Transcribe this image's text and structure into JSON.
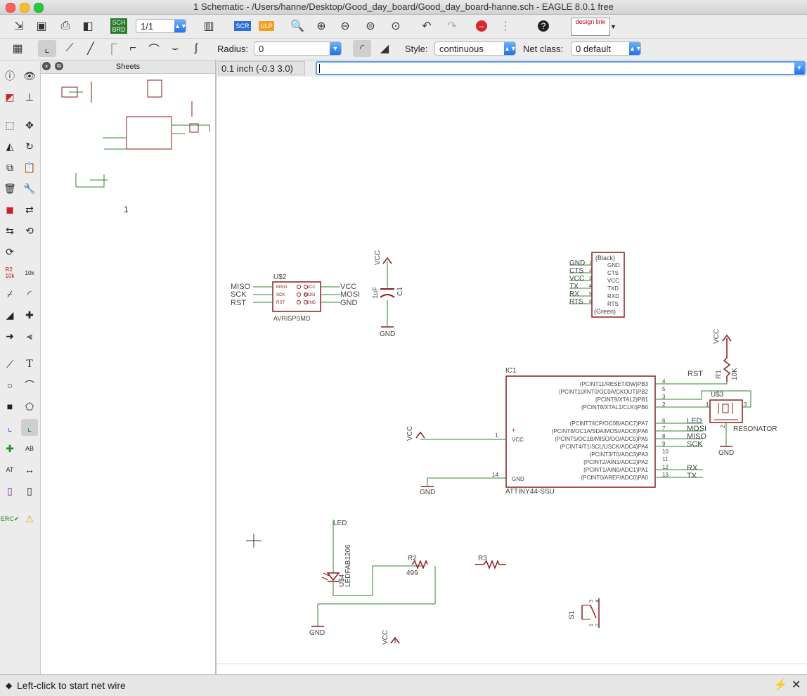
{
  "window": {
    "title": "1 Schematic - /Users/hanne/Desktop/Good_day_board/Good_day_board-hanne.sch - EAGLE 8.0.1 free"
  },
  "toolbar": {
    "sheet_combo": "1/1",
    "design_link": "design link",
    "icons": [
      "open-icon",
      "save-icon",
      "print-icon",
      "cam-icon",
      "board-switch-icon",
      "sheet-icon",
      "script-icon",
      "ulp-icon",
      "zoom-fit-icon",
      "zoom-in-icon",
      "zoom-out-icon",
      "zoom-redraw-icon",
      "zoom-select-icon",
      "undo-icon",
      "redo-icon",
      "stop-icon",
      "go-icon",
      "help-icon"
    ]
  },
  "paramsbar": {
    "radius_label": "Radius:",
    "radius_value": "0",
    "style_label": "Style:",
    "style_value": "continuous",
    "netclass_label": "Net class:",
    "netclass_value": "0 default"
  },
  "sheets_panel": {
    "title": "Sheets",
    "sheet_number": "1"
  },
  "coords": "0.1 inch (-0.3 3.0)",
  "command_line": "",
  "status": {
    "message": "Left-click to start net wire"
  },
  "schematic": {
    "u2": {
      "name": "U$2",
      "value": "AVRISPSMD",
      "left_labels": [
        "MISO",
        "SCK",
        "RST"
      ],
      "right_labels": [
        "VCC",
        "MOSI",
        "GND"
      ],
      "pins_left": [
        "MISO",
        "SCK",
        "RST"
      ],
      "pins_right": [
        "VCC",
        "MOSI",
        "GND"
      ]
    },
    "c1": {
      "name": "C1",
      "value": "1uF",
      "vcc": "VCC",
      "gnd": "GND"
    },
    "ftdi": {
      "top": "(Black)",
      "bottom": "(Green)",
      "nets": [
        "GND",
        "CTS",
        "VCC",
        "TX",
        "RX",
        "RTS"
      ],
      "pins": [
        "GND",
        "CTS",
        "VCC",
        "TXD",
        "RXD",
        "RTS"
      ],
      "nums": [
        "1",
        "2",
        "3",
        "4",
        "5",
        "6"
      ]
    },
    "r1": {
      "name": "R1",
      "value": "10K",
      "vcc": "VCC"
    },
    "rst_label": "RST",
    "u3": {
      "name": "U$3",
      "value": "RESONATOR",
      "pin1": "1",
      "pin2": "2",
      "pin3": "3",
      "gnd": "GND"
    },
    "ic1": {
      "name": "IC1",
      "value": "ATTINY44-SSU",
      "vcc_net": "VCC",
      "gnd_net": "GND",
      "vcc_pin": "VCC",
      "gnd_pin": "GND",
      "vcc_num": "1",
      "gnd_num": "14",
      "pins": [
        {
          "name": "(PCINT11/RESET/DW)PB3",
          "num": "4"
        },
        {
          "name": "(PCINT10/INT0/OC0A/CKOUT)PB2",
          "num": "5"
        },
        {
          "name": "(PCINT9/XTAL2)PB1",
          "num": "3"
        },
        {
          "name": "(PCINT8/XTAL1/CLKI)PB0",
          "num": "2"
        },
        {
          "name": "(PCINT7/ICP/OC0B/ADC7)PA7",
          "num": "6"
        },
        {
          "name": "(PCINT6/OC1A/SDA/MOSI/ADC6)PA6",
          "num": "7"
        },
        {
          "name": "(PCINT5/OC1B/MISO/DO/ADC5)PA5",
          "num": "8"
        },
        {
          "name": "(PCINT4/T1/SCL/USCK/ADC4)PA4",
          "num": "9"
        },
        {
          "name": "(PCINT3/T0/ADC3)PA3",
          "num": "10"
        },
        {
          "name": "(PCINT2/AIN1/ADC2)PA2",
          "num": "11"
        },
        {
          "name": "(PCINT1/AIN0/ADC1)PA1",
          "num": "12"
        },
        {
          "name": "(PCINT0/AREF/ADC0)PA0",
          "num": "13"
        }
      ],
      "net_labels": {
        "PA7": "LED",
        "PA6": "MOSI",
        "PA5": "MISO",
        "PA4": "SCK",
        "PA1": "RX",
        "PA0": "TX"
      }
    },
    "u4": {
      "name": "U$4",
      "value": "LEDFAB1206",
      "net": "LED",
      "gnd": "GND"
    },
    "r2": {
      "name": "R2",
      "value": "499"
    },
    "r3": {
      "name": "R3"
    },
    "s1": {
      "name": "S1",
      "pins": [
        "3",
        "4",
        "1",
        "2"
      ]
    },
    "vcc_bottom": "VCC"
  }
}
